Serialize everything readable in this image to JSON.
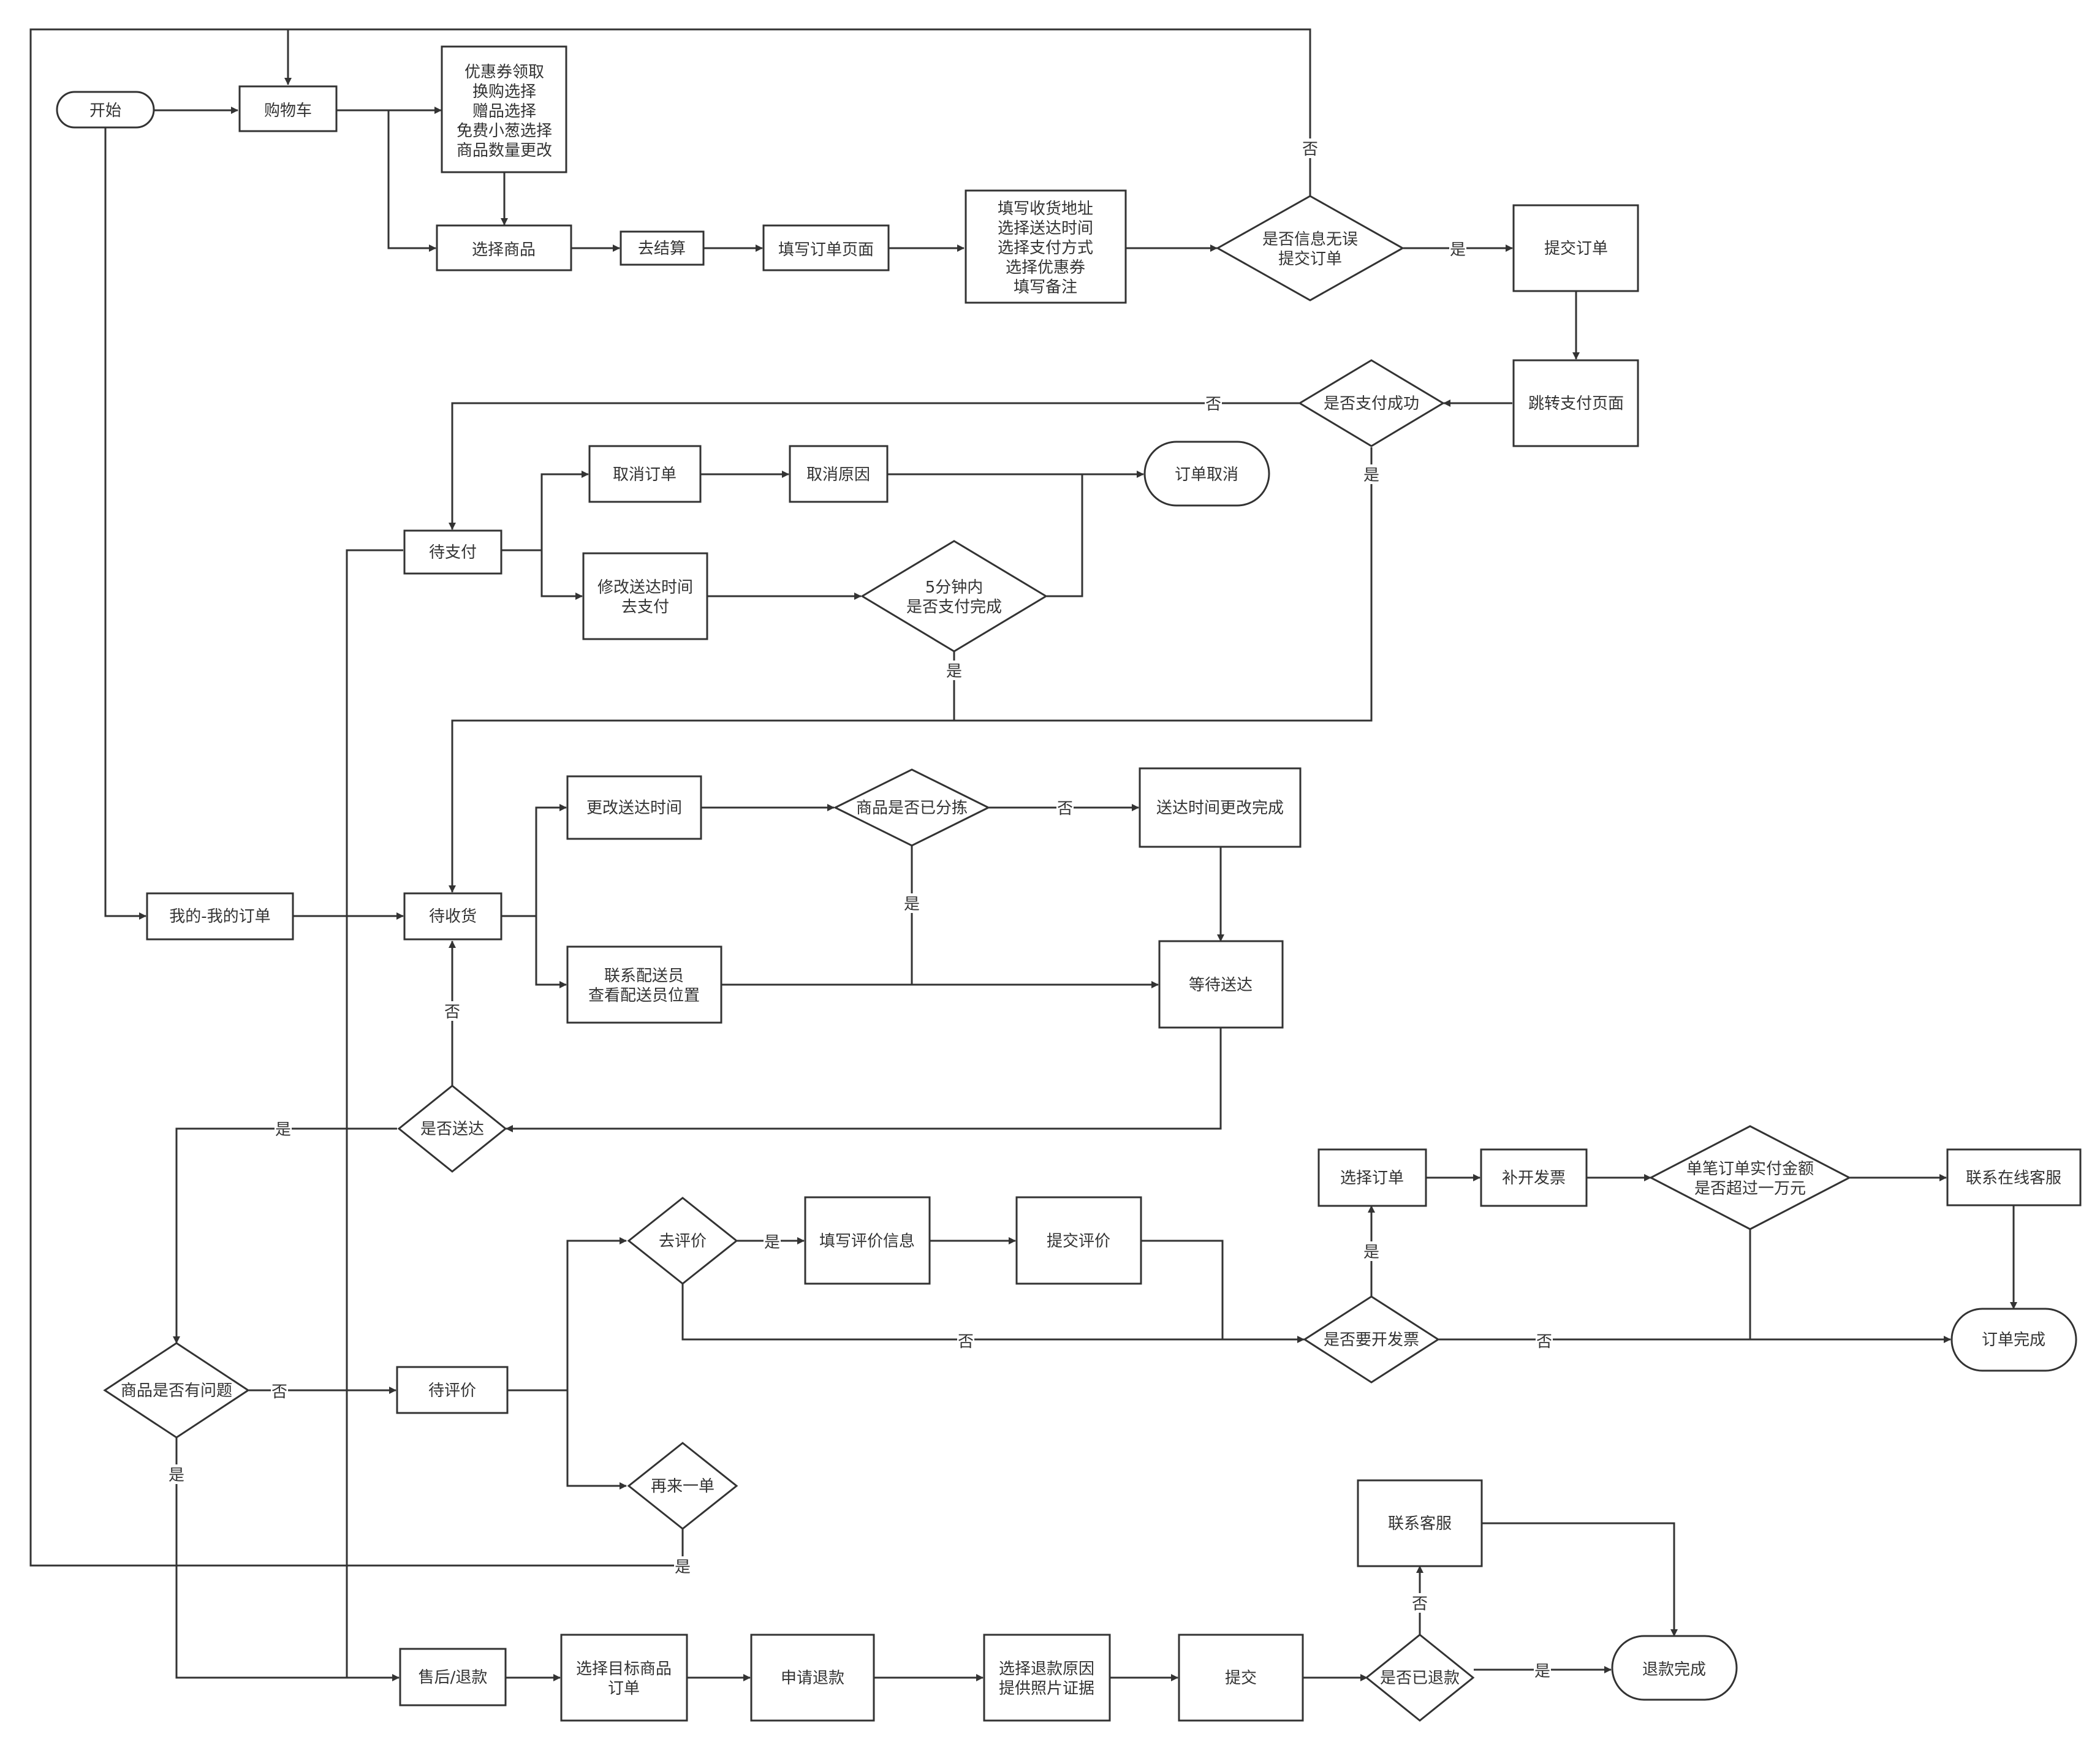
{
  "nodes": {
    "start": "开始",
    "cart": "购物车",
    "cart_options": [
      "优惠券领取",
      "换购选择",
      "赠品选择",
      "免费小葱选择",
      "商品数量更改"
    ],
    "select_goods": "选择商品",
    "checkout": "去结算",
    "fill_order_page": "填写订单页面",
    "fill_info": [
      "填写收货地址",
      "选择送达时间",
      "选择支付方式",
      "选择优惠券",
      "填写备注"
    ],
    "info_ok": [
      "是否信息无误",
      "提交订单"
    ],
    "submit_order": "提交订单",
    "jump_pay": "跳转支付页面",
    "pay_success": "是否支付成功",
    "cancel_order": "取消订单",
    "cancel_reason": "取消原因",
    "order_cancelled": "订单取消",
    "pending_pay": "待支付",
    "modify_time_pay": [
      "修改送达时间",
      "去支付"
    ],
    "five_min": [
      "5分钟内",
      "是否支付完成"
    ],
    "change_time": "更改送达时间",
    "sorted": "商品是否已分拣",
    "time_changed": "送达时间更改完成",
    "my_orders": "我的-我的订单",
    "pending_receive": "待收货",
    "contact_courier": [
      "联系配送员",
      "查看配送员位置"
    ],
    "wait_delivery": "等待送达",
    "delivered": "是否送达",
    "select_order": "选择订单",
    "reissue_invoice": "补开发票",
    "amount_check": [
      "单笔订单实付金额",
      "是否超过一万元"
    ],
    "contact_online_cs": "联系在线客服",
    "go_review": "去评价",
    "fill_review": "填写评价信息",
    "submit_review": "提交评价",
    "need_invoice": "是否要开发票",
    "order_done": "订单完成",
    "goods_problem": "商品是否有问题",
    "pending_review": "待评价",
    "reorder": "再来一单",
    "contact_cs": "联系客服",
    "after_sale": "售后/退款",
    "select_target": [
      "选择目标商品",
      "订单"
    ],
    "apply_refund": "申请退款",
    "refund_reason": [
      "选择退款原因",
      "提供照片证据"
    ],
    "submit": "提交",
    "refunded": "是否已退款",
    "refund_done": "退款完成"
  },
  "edge_labels": {
    "info_no": "否",
    "info_yes": "是",
    "pay_no": "否",
    "pay_yes": "是",
    "five_min_yes": "是",
    "sorted_no": "否",
    "sorted_yes": "是",
    "delivered_no": "否",
    "delivered_yes": "是",
    "review_yes": "是",
    "review_no": "否",
    "invoice_yes": "是",
    "invoice_no": "否",
    "problem_no": "否",
    "problem_yes": "是",
    "reorder_yes": "是",
    "refunded_no": "否",
    "refunded_yes": "是"
  }
}
